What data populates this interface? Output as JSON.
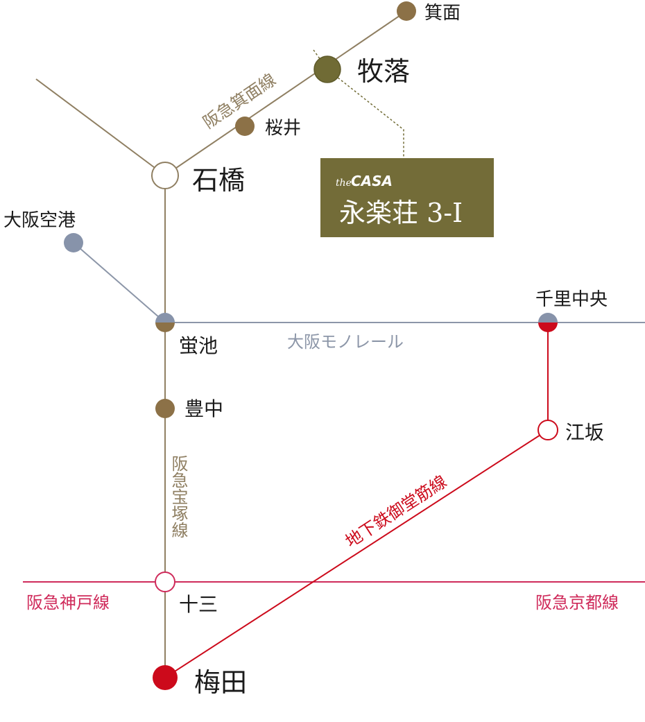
{
  "colors": {
    "hankyu": "#8f7f62",
    "hankyu_station": "#8c7147",
    "monorail": "#8c96a8",
    "monorail_station": "#8793aa",
    "kobe_kyoto": "#cf2a5a",
    "midosuji": "#cc0a1b",
    "makiochi": "#706b35",
    "property_box": "#736c38"
  },
  "stations": {
    "mino": "箕面",
    "makiochi": "牧落",
    "sakurai": "桜井",
    "ishibashi": "石橋",
    "osaka_airport": "大阪空港",
    "hotarugaike": "蛍池",
    "senri_chuo": "千里中央",
    "toyonaka": "豊中",
    "esaka": "江坂",
    "juso": "十三",
    "umeda": "梅田"
  },
  "lines": {
    "minoo": "阪急箕面線",
    "monorail": "大阪モノレール",
    "takarazuka": "阪急宝塚線",
    "midosuji": "地下鉄御堂筋線",
    "kobe": "阪急神戸線",
    "kyoto": "阪急京都線"
  },
  "property": {
    "brand_prefix": "the",
    "brand": "CASA",
    "name": "永楽荘 3-I"
  }
}
